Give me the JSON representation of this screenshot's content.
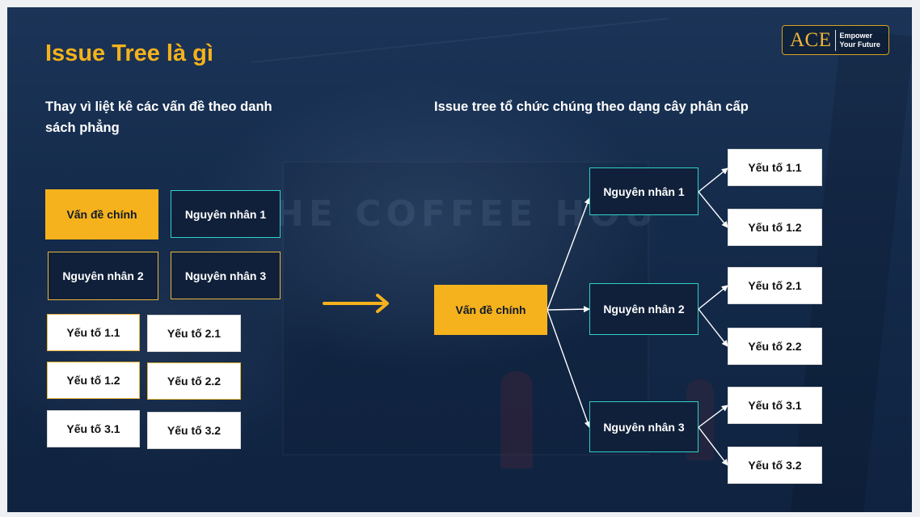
{
  "title": "Issue Tree là gì",
  "logo": {
    "mark": "ACE",
    "tagline_line1": "Empower",
    "tagline_line2": "Your Future"
  },
  "left": {
    "subtitle": "Thay vì liệt kê các vấn đề theo danh sách phẳng",
    "main_issue": "Vấn đề chính",
    "causes": [
      "Nguyên nhân 1",
      "Nguyên nhân 2",
      "Nguyên nhân 3"
    ],
    "factors": [
      "Yếu tố 1.1",
      "Yếu tố 2.1",
      "Yếu tố 1.2",
      "Yếu tố 2.2",
      "Yếu tố 3.1",
      "Yếu tố 3.2"
    ]
  },
  "right": {
    "subtitle": "Issue tree tổ chức chúng theo dạng cây phân cấp",
    "root": "Vấn đề chính",
    "causes": [
      "Nguyên nhân 1",
      "Nguyên nhân 2",
      "Nguyên nhân 3"
    ],
    "factors": [
      "Yếu tố 1.1",
      "Yếu tố 1.2",
      "Yếu tố 2.1",
      "Yếu tố 2.2",
      "Yếu tố 3.1",
      "Yếu tố 3.2"
    ]
  },
  "colors": {
    "accent": "#f5b21c",
    "teal_border": "#2fd0c8",
    "background": "#142a4a"
  }
}
